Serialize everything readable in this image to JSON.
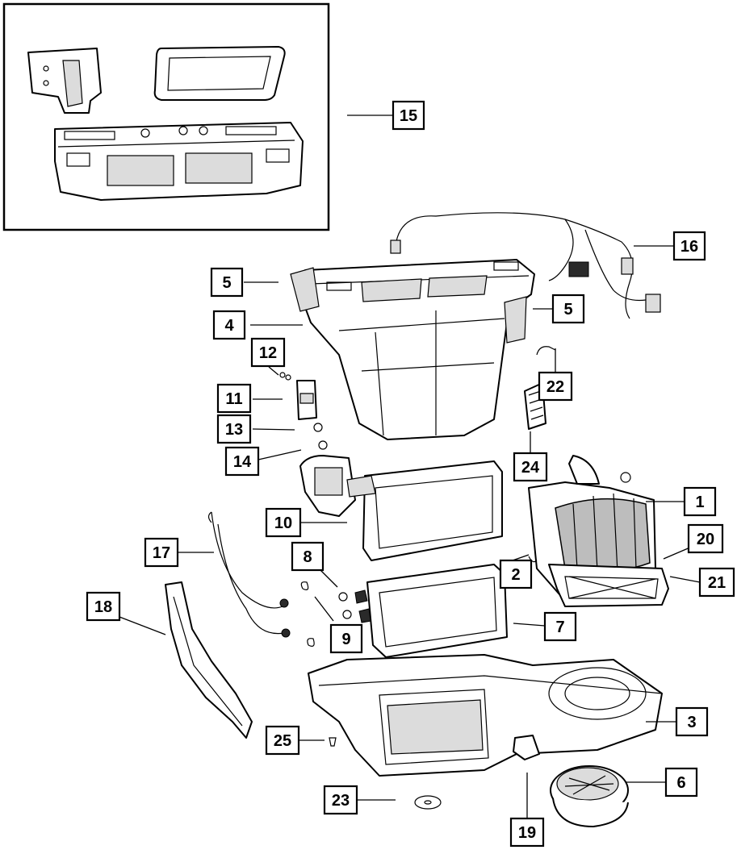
{
  "diagram": {
    "callouts": [
      {
        "id": "c15",
        "label": "15"
      },
      {
        "id": "c16",
        "label": "16"
      },
      {
        "id": "c5a",
        "label": "5"
      },
      {
        "id": "c5b",
        "label": "5"
      },
      {
        "id": "c4",
        "label": "4"
      },
      {
        "id": "c12",
        "label": "12"
      },
      {
        "id": "c11",
        "label": "11"
      },
      {
        "id": "c13",
        "label": "13"
      },
      {
        "id": "c14",
        "label": "14"
      },
      {
        "id": "c22",
        "label": "22"
      },
      {
        "id": "c24",
        "label": "24"
      },
      {
        "id": "c1",
        "label": "1"
      },
      {
        "id": "c10",
        "label": "10"
      },
      {
        "id": "c20",
        "label": "20"
      },
      {
        "id": "c17",
        "label": "17"
      },
      {
        "id": "c8",
        "label": "8"
      },
      {
        "id": "c2",
        "label": "2"
      },
      {
        "id": "c21",
        "label": "21"
      },
      {
        "id": "c18",
        "label": "18"
      },
      {
        "id": "c9",
        "label": "9"
      },
      {
        "id": "c7",
        "label": "7"
      },
      {
        "id": "c3",
        "label": "3"
      },
      {
        "id": "c25",
        "label": "25"
      },
      {
        "id": "c6",
        "label": "6"
      },
      {
        "id": "c23",
        "label": "23"
      },
      {
        "id": "c19",
        "label": "19"
      }
    ]
  }
}
